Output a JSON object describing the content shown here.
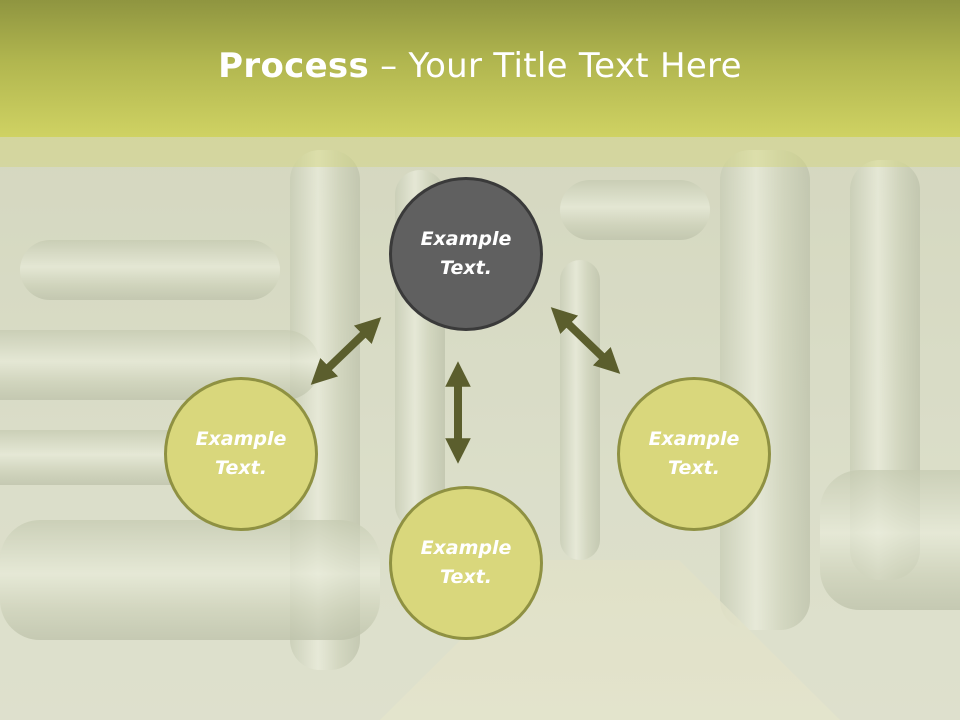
{
  "slide": {
    "title_bold": "Process",
    "title_rest": " – Your Title Text Here"
  },
  "nodes": {
    "top": {
      "line1": "Example",
      "line2": "Text."
    },
    "left": {
      "line1": "Example",
      "line2": "Text."
    },
    "right": {
      "line1": "Example",
      "line2": "Text."
    },
    "bottom": {
      "line1": "Example",
      "line2": "Text."
    }
  },
  "colors": {
    "header": "#b1b64f",
    "node_fill": "#d9d77c",
    "node_border": "#8f9142",
    "center_fill": "#606060",
    "arrow": "#5b5e2d"
  },
  "arrows": [
    "double-arrow-top-left",
    "double-arrow-top-bottom",
    "double-arrow-top-right"
  ]
}
